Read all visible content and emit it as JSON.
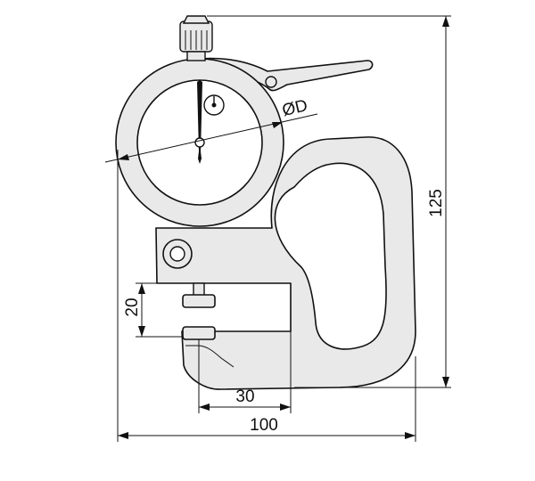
{
  "diagram": {
    "dimensions": {
      "height_label": "125",
      "width_label": "100",
      "throat_label": "30",
      "gap_label": "20",
      "dial_label": "ØD"
    },
    "colors": {
      "body": "#e9e9e9",
      "outline": "#111111",
      "background": "#ffffff"
    }
  }
}
